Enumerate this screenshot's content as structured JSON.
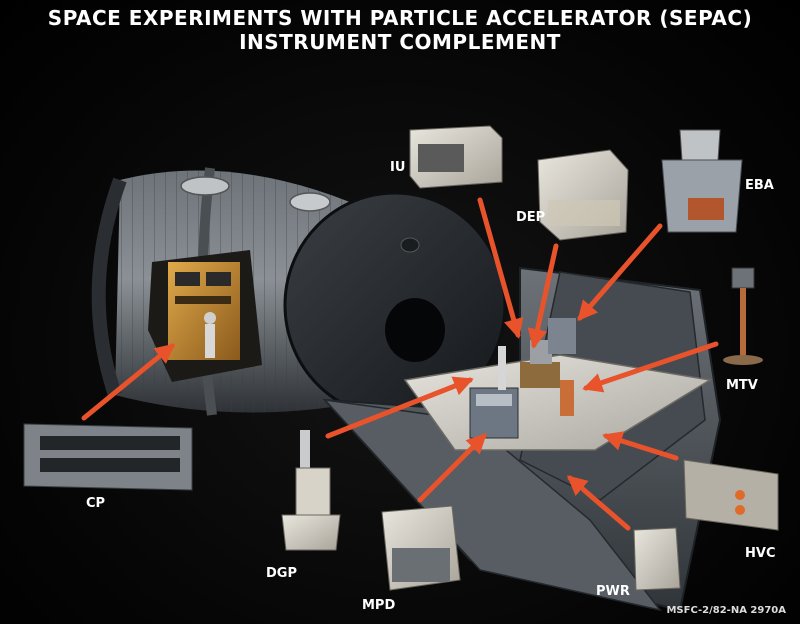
{
  "title": {
    "line1": "SPACE EXPERIMENTS WITH PARTICLE ACCELERATOR (SEPAC)",
    "line2": "INSTRUMENT COMPLEMENT"
  },
  "labels": {
    "iu": "IU",
    "dep": "DEP",
    "eba": "EBA",
    "mtv": "MTV",
    "cp": "CP",
    "dgp": "DGP",
    "mpd": "MPD",
    "pwr": "PWR",
    "hvc": "HVC"
  },
  "credit": "MSFC-2/82-NA 2970A",
  "colors": {
    "arrow": "#e8532b",
    "label": "#ffffff",
    "background": "#000000"
  }
}
